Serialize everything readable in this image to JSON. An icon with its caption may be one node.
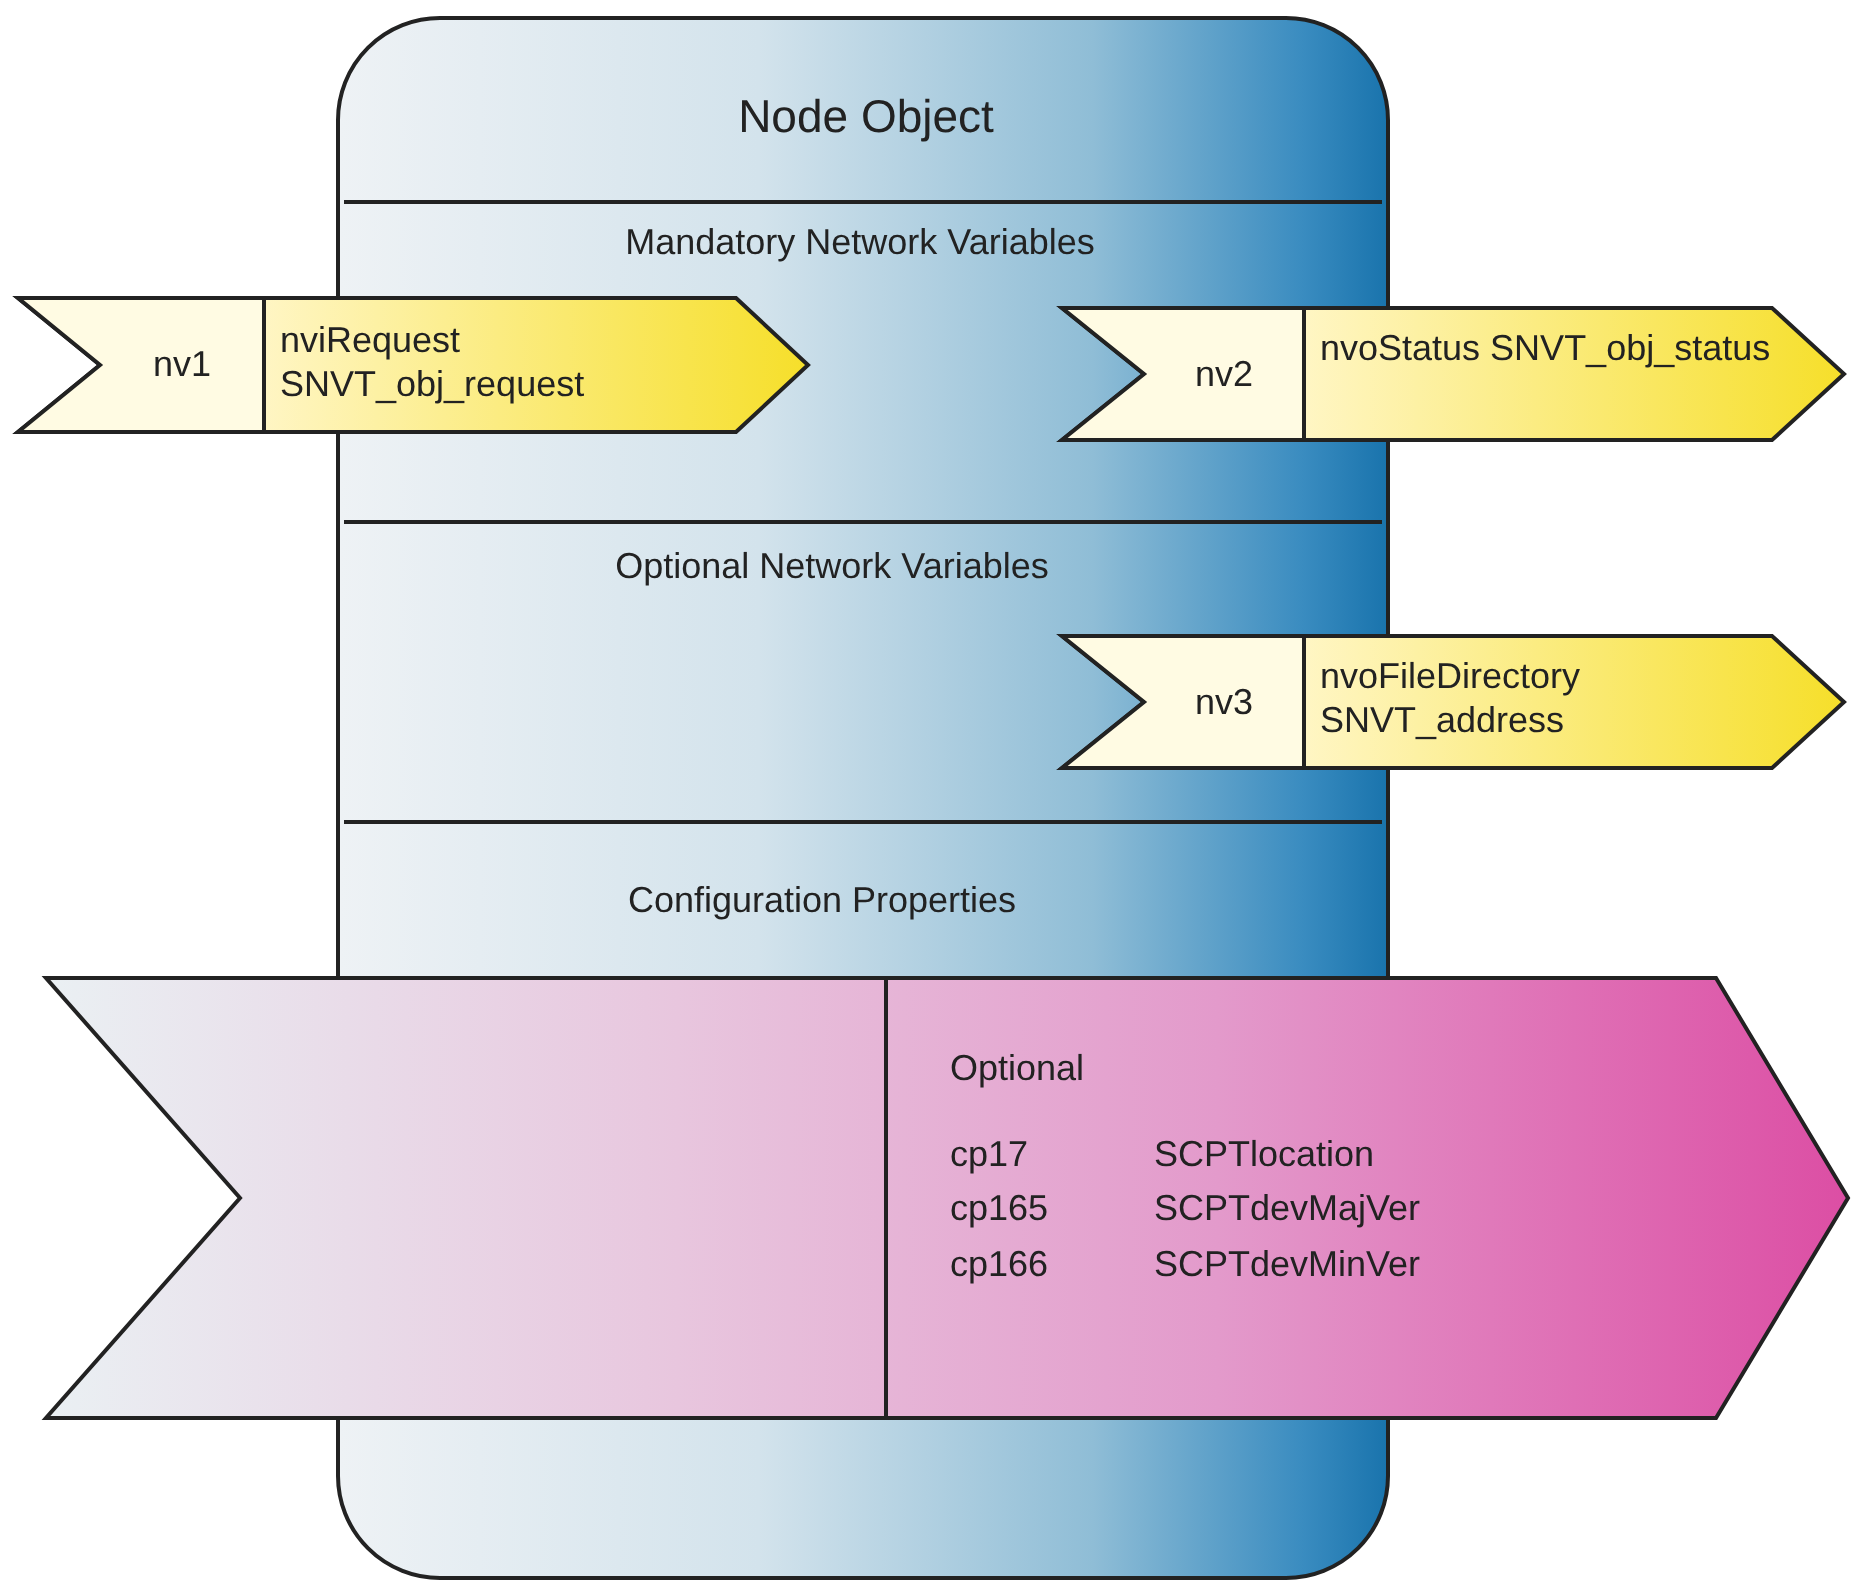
{
  "diagram": {
    "nodes": [
      {
        "text": [
          "Node Object"
        ]
      },
      {
        "text": [
          "nv1",
          "nviRequest SNVT_obj_request"
        ]
      },
      {
        "text": [
          "nv2",
          "nvoStatus SNVT_obj_status"
        ]
      },
      {
        "text": [
          "nv3",
          "nvoFileDirectory SNVT_address"
        ]
      },
      {
        "text": [
          "Optional",
          "cp17",
          "SCPTlocation",
          "cp165",
          "SCPTdevMajVer",
          "cp166",
          "SCPTdevMinVer"
        ]
      }
    ],
    "labels": [
      "Mandatory Network Variables",
      "Optional Network Variables",
      "Configuration Properties"
    ]
  }
}
